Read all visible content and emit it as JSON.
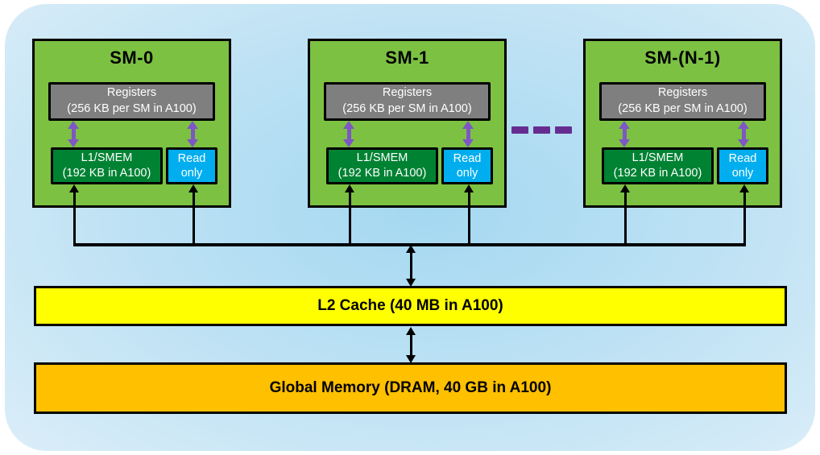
{
  "sms": [
    {
      "title": "SM-0",
      "registers": [
        "Registers",
        "(256 KB per SM in A100)"
      ],
      "l1": [
        "L1/SMEM",
        "(192 KB in A100)"
      ],
      "read_only": [
        "Read",
        "only"
      ]
    },
    {
      "title": "SM-1",
      "registers": [
        "Registers",
        "(256 KB per SM in A100)"
      ],
      "l1": [
        "L1/SMEM",
        "(192 KB in A100)"
      ],
      "read_only": [
        "Read",
        "only"
      ]
    },
    {
      "title": "SM-(N-1)",
      "registers": [
        "Registers",
        "(256 KB per SM in A100)"
      ],
      "l1": [
        "L1/SMEM",
        "(192 KB in A100)"
      ],
      "read_only": [
        "Read",
        "only"
      ]
    }
  ],
  "l2": {
    "label": "L2 Cache (40 MB in A100)"
  },
  "global_memory": {
    "label": "Global Memory (DRAM, 40 GB in A100)"
  },
  "colors": {
    "sm_fill": "#7CC142",
    "registers_fill": "#7F7F7F",
    "l1_fill": "#008233",
    "read_only_fill": "#00AEEF",
    "l2_fill": "#FFFF00",
    "global_memory_fill": "#FFC000",
    "register_arrow": "#7F56C5",
    "continuation_dashes": "#662D91",
    "connector_lines": "#000000",
    "background_center": "#A4D8F1",
    "background_edge": "#D9EDF8"
  }
}
